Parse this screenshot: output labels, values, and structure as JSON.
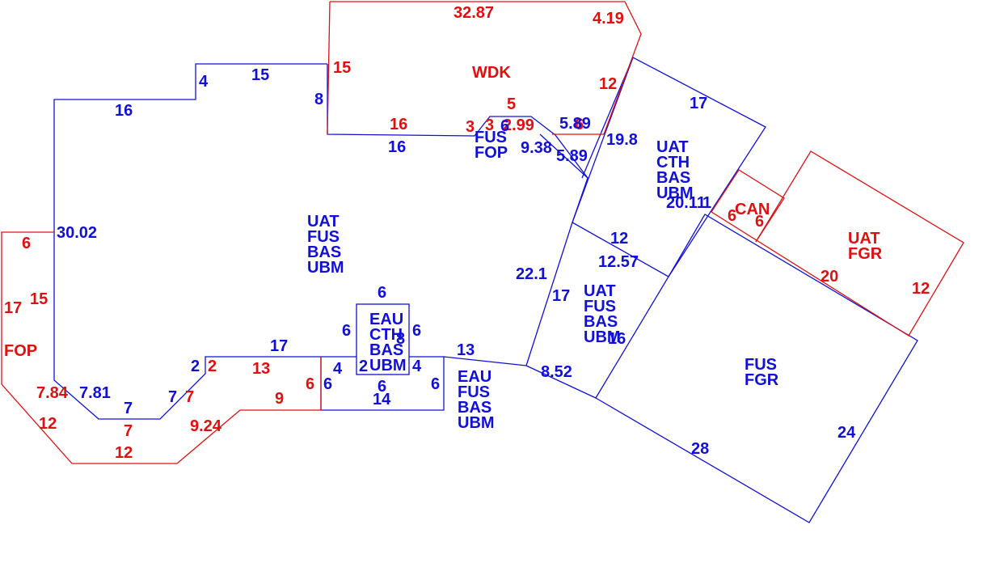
{
  "colors": {
    "blue": "#1010d8",
    "red": "#e01010"
  },
  "zones": {
    "main": {
      "codes": [
        "UAT",
        "FUS",
        "BAS",
        "UBM"
      ],
      "color": "blue"
    },
    "wdk": {
      "codes": [
        "WDK"
      ],
      "color": "red"
    },
    "fop_small": {
      "codes": [
        "FUS",
        "FOP"
      ],
      "color": "blue"
    },
    "cth_right": {
      "codes": [
        "UAT",
        "CTH",
        "BAS",
        "UBM"
      ],
      "color": "blue"
    },
    "can": {
      "codes": [
        "CAN"
      ],
      "color": "red"
    },
    "uat_fgr": {
      "codes": [
        "UAT",
        "FGR"
      ],
      "color": "red"
    },
    "fus_fgr": {
      "codes": [
        "FUS",
        "FGR"
      ],
      "color": "blue"
    },
    "mid": {
      "codes": [
        "UAT",
        "FUS",
        "BAS",
        "UBM"
      ],
      "color": "blue"
    },
    "eau_cth": {
      "codes": [
        "EAU",
        "CTH",
        "BAS",
        "UBM"
      ],
      "color": "blue"
    },
    "eau_fus": {
      "codes": [
        "EAU",
        "FUS",
        "BAS",
        "UBM"
      ],
      "color": "blue"
    },
    "fop_left": {
      "codes": [
        "FOP"
      ],
      "color": "red"
    }
  },
  "dimensions": {
    "red": [
      "32.87",
      "4.19",
      "15",
      "12",
      "5",
      "16",
      "3",
      "3",
      "2.99",
      "6",
      "6",
      "6",
      "20",
      "12",
      "6",
      "15",
      "17",
      "7.84",
      "12",
      "7",
      "12",
      "9.24",
      "9",
      "6",
      "13",
      "2",
      "7"
    ],
    "blue": [
      "4",
      "15",
      "16",
      "8",
      "16",
      "5.89",
      "9.38",
      "5.89",
      "19.8",
      "17",
      "20.11",
      "30.02",
      "12",
      "12.57",
      "22.1",
      "17",
      "6",
      "6",
      "6",
      "17",
      "2",
      "4",
      "2",
      "6",
      "6",
      "14",
      "13",
      "8.52",
      "28",
      "24",
      "7.81",
      "7",
      "7",
      "16",
      "6",
      "4",
      "8",
      "6",
      "1"
    ]
  }
}
